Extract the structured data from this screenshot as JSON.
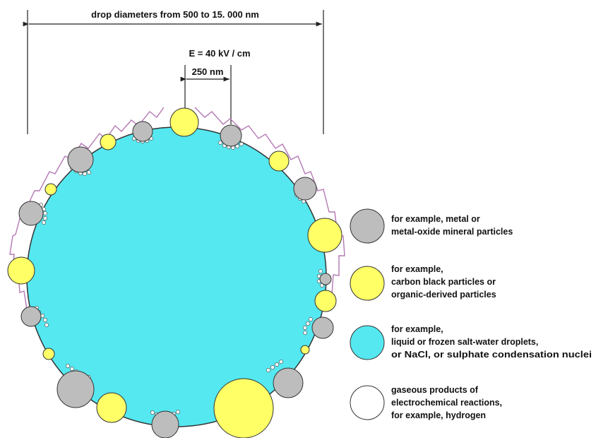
{
  "header": {
    "dimension_label": "drop diameters  from 500 to 15. 000 nm",
    "field_label": "E = 40 kV / cm",
    "scale_label": "250 nm"
  },
  "colors": {
    "metal": "#bdbdbd",
    "carbon": "#ffff66",
    "droplet": "#55e8f0",
    "gas": "#ffffff",
    "arc": "#b478b4",
    "outline": "#333333"
  },
  "legend": [
    {
      "kind": "metal",
      "lines": [
        "for example, metal or",
        "metal-oxide mineral particles"
      ]
    },
    {
      "kind": "carbon",
      "lines": [
        "for example,",
        "carbon black particles or",
        "organic-derived particles"
      ]
    },
    {
      "kind": "droplet",
      "lines": [
        "for example,",
        "liquid or frozen salt-water droplets,",
        "or NaCl, or sulphate condensation nuclei"
      ]
    },
    {
      "kind": "gas",
      "lines": [
        "gaseous products of",
        "electrochemical reactions,",
        "for example, hydrogen"
      ]
    }
  ],
  "icons": [
    "metal-particle-icon",
    "carbon-particle-icon",
    "droplet-icon",
    "gas-bubble-icon"
  ]
}
